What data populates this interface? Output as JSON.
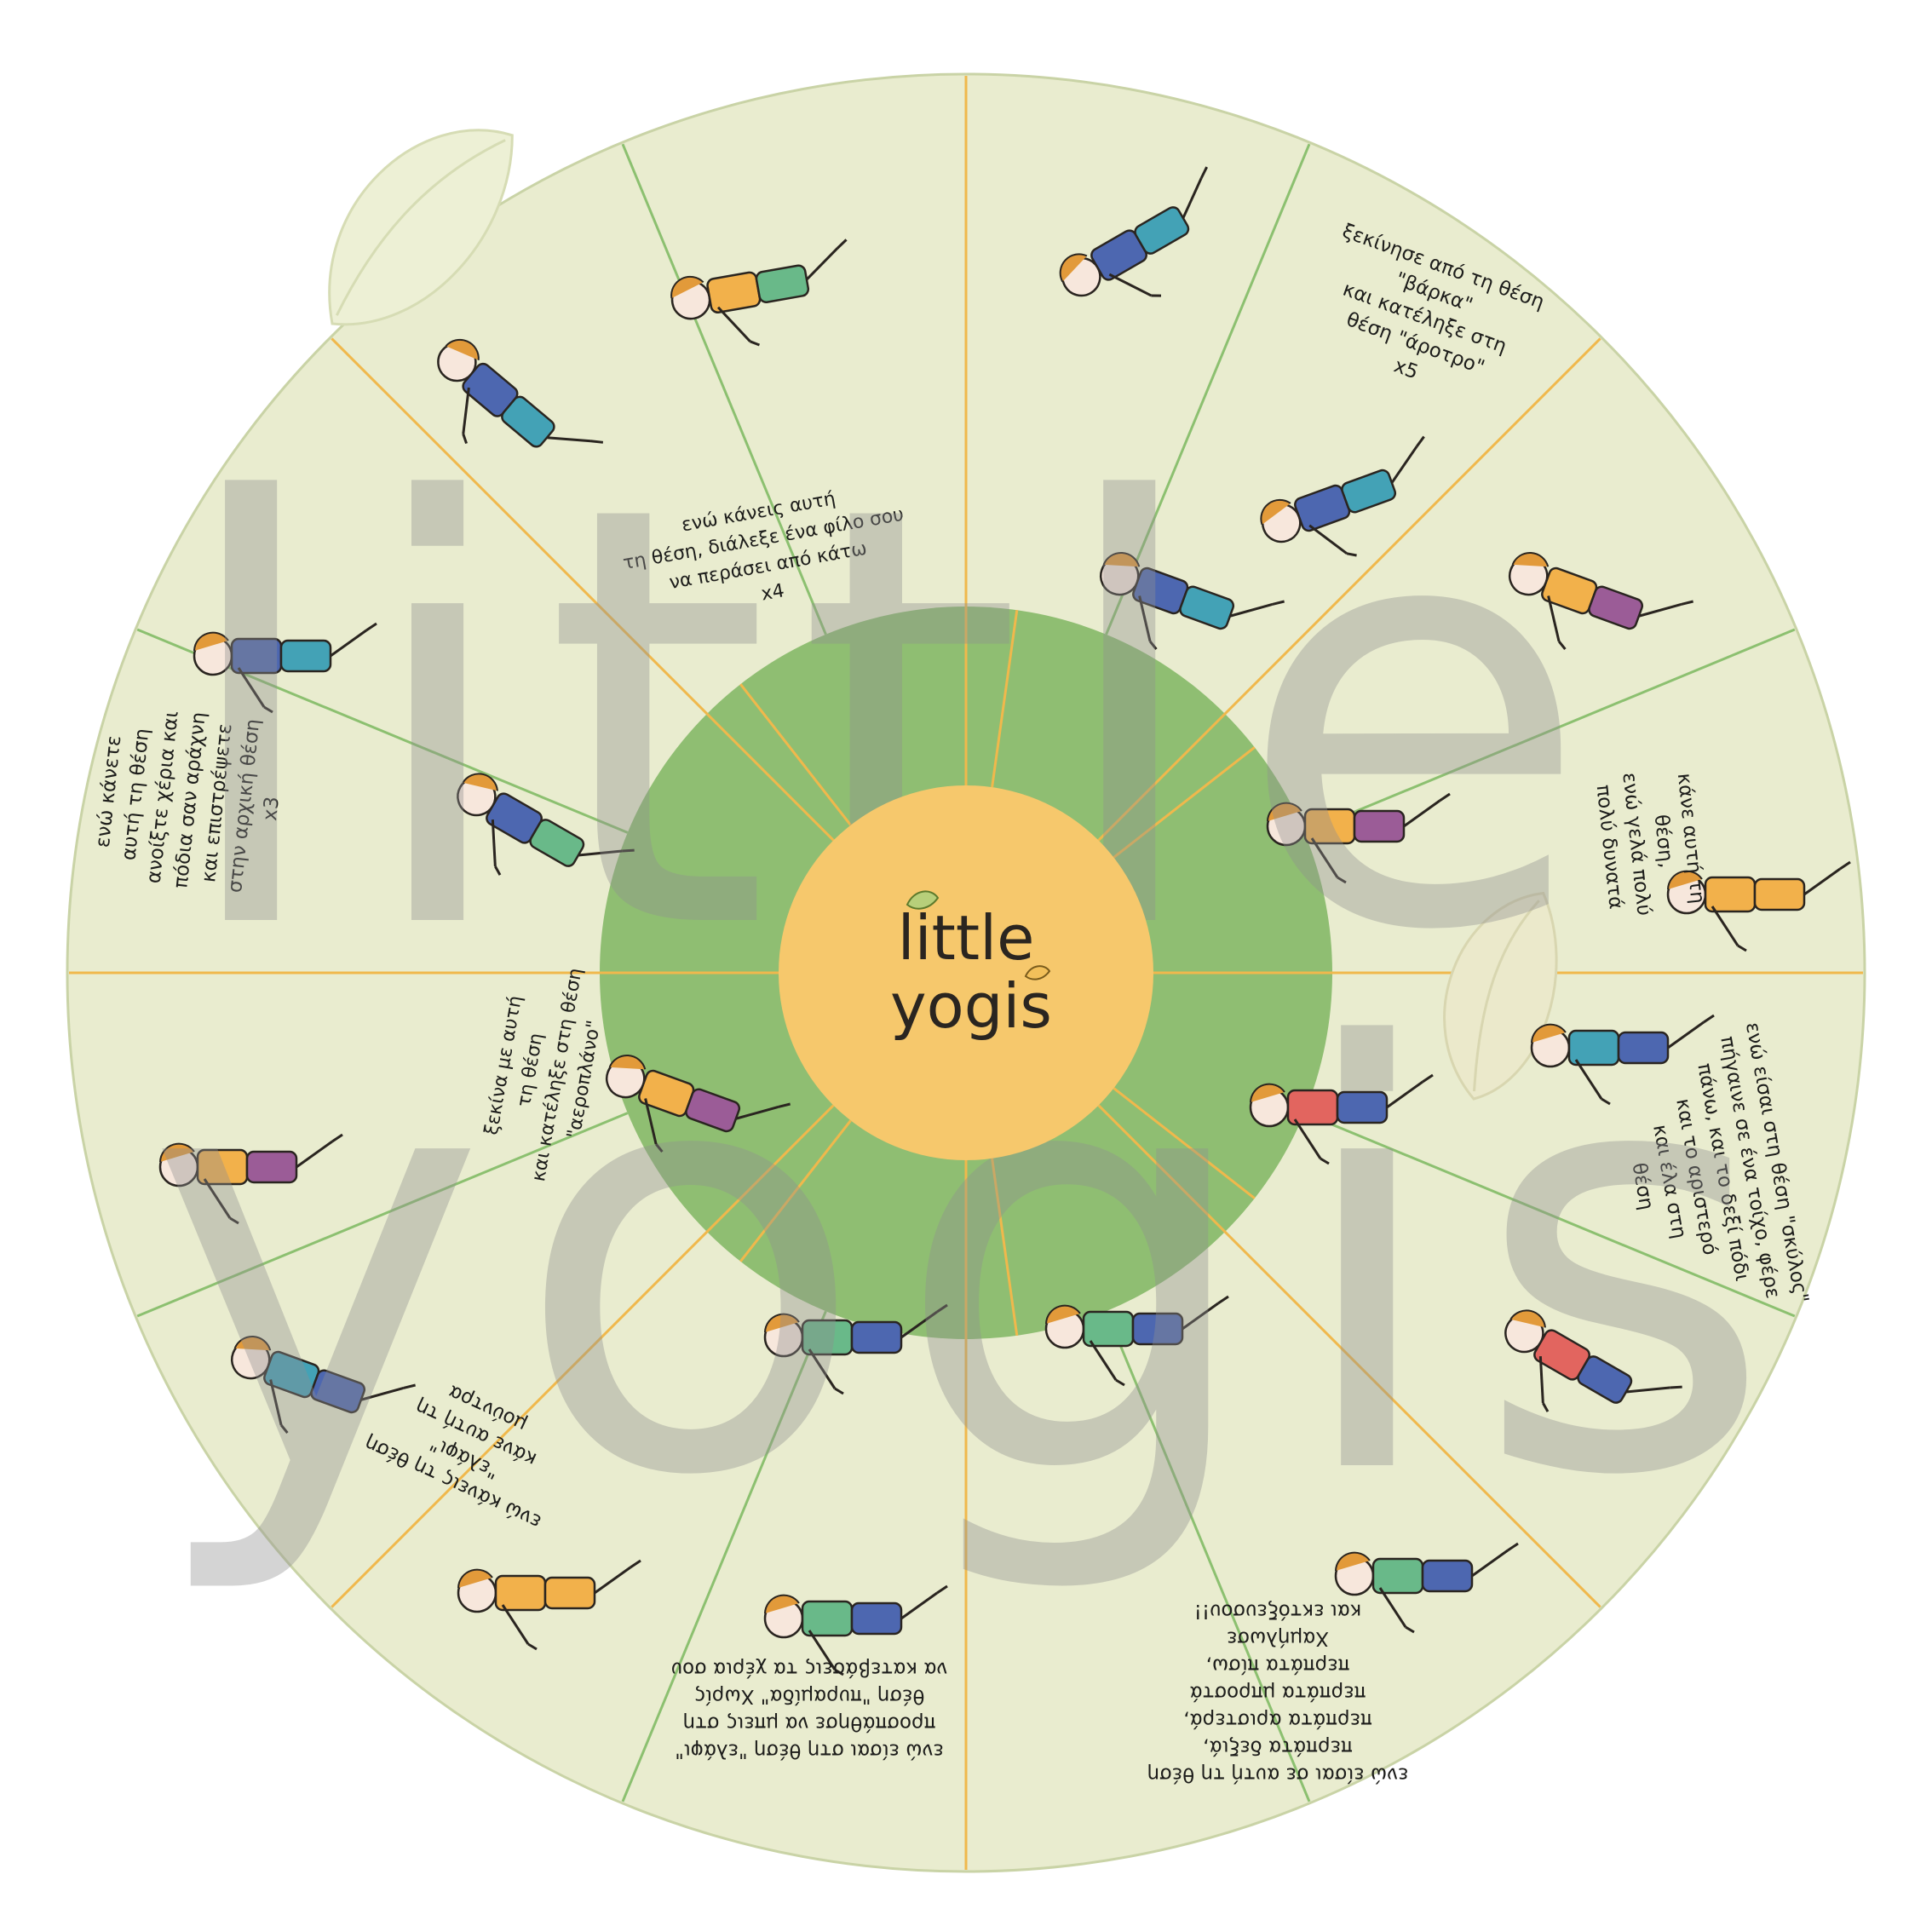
{
  "logo": {
    "line1": "little",
    "line2": "yogis"
  },
  "watermark": {
    "line1": "little",
    "line2": "yogis"
  },
  "colors": {
    "outer_ring": "#e9eccf",
    "outer_ring_stroke": "#c9d3a6",
    "inner_disk": "#8fbe72",
    "center": "#f6c86c",
    "divider_orange": "#f0b84c",
    "divider_green": "#8cc070",
    "figure_blue": "#4d67b0",
    "figure_teal": "#43a2b6",
    "figure_purple": "#9b5c97",
    "figure_yellow": "#f2b14b",
    "figure_red": "#e2655f",
    "figure_green": "#69b989"
  },
  "outer_texts": [
    {
      "lines": [
        "ξεκίνησε από τη θέση",
        "\"βάρκα\"",
        "και κατέληξε στη",
        "θέση \"άροτρο\"",
        "x5"
      ]
    },
    {
      "lines": [
        "κάνε αυτή τη",
        "θέση,",
        "ενώ γελά πολύ",
        "πολύ δυνατά"
      ]
    },
    {
      "lines": [
        "ενώ είσαι στη θέση \"σκύλος\"",
        "πήγαινε σε ένα τοίχο, φέρε",
        "πάνω, και το δεξί πόδι",
        "και το αριστερό",
        "και έλα στη",
        "θέση"
      ]
    },
    {
      "lines": [
        "ενώ είσαι σε αυτή τη θέση",
        "περπάτα δεξιά,",
        "περπάτα αριστερά,",
        "περπάτα μπροστά",
        "περπάτα πίσω,",
        "Χαμήλωσε",
        "και εκτόξευσου!!"
      ]
    },
    {
      "lines": [
        "ενώ είσαι στη θέση \"ελάφι\"",
        "προσπάθησε να μπεις στη",
        "θέση \"πυραμίδα\" Χωρίς",
        "να κατεβάσεις τα χέρια σου"
      ]
    },
    {
      "lines": [
        "ενώ κάνεις τη θέση",
        "\"ελάφι\"",
        "κάνε αυτή τη",
        "μούντρα"
      ]
    },
    {
      "lines": [
        "ενώ κάνετε",
        "αυτή τη θέση",
        "ανοίξτε χέρια και",
        "πόδια σαν αράχνη",
        "και επιστρέψετε",
        "στην αρχική θέση",
        "x3"
      ]
    }
  ],
  "inner_texts": [
    {
      "lines": [
        "ενώ κάνεις αυτή",
        "τη θέση, διάλεξε ένα φίλο σου",
        "να περάσει από κάτω",
        "x4"
      ]
    },
    {
      "lines": [
        "ξεκίνα με αυτή",
        "τη θέση",
        "και κατέληξε στη θέση",
        "\"αεροπλάνο\""
      ]
    }
  ],
  "figures": [
    {
      "name": "figure-bridge-pose",
      "top": "figure_yellow",
      "bottom": "figure_green"
    },
    {
      "name": "figure-boat-pose-outer",
      "top": "figure_blue",
      "bottom": "figure_teal"
    },
    {
      "name": "figure-plow-pose",
      "top": "figure_blue",
      "bottom": "figure_teal"
    },
    {
      "name": "figure-purple-stretch-outer",
      "top": "figure_yellow",
      "bottom": "figure_purple"
    },
    {
      "name": "figure-face-laughing",
      "top": "figure_yellow",
      "bottom": "figure_yellow"
    },
    {
      "name": "figure-wall-pose-small",
      "top": "figure_teal",
      "bottom": "figure_blue"
    },
    {
      "name": "figure-forward-fold-outer",
      "top": "figure_red",
      "bottom": "figure_blue"
    },
    {
      "name": "figure-headstand-outer",
      "top": "figure_green",
      "bottom": "figure_blue"
    },
    {
      "name": "figure-headstand-small",
      "top": "figure_green",
      "bottom": "figure_blue"
    },
    {
      "name": "figure-hands-mudra",
      "top": "figure_yellow",
      "bottom": "figure_yellow"
    },
    {
      "name": "figure-tree-balance",
      "top": "figure_teal",
      "bottom": "figure_blue"
    },
    {
      "name": "figure-shoulder-stand",
      "top": "figure_yellow",
      "bottom": "figure_purple"
    },
    {
      "name": "figure-spider-plank",
      "top": "figure_blue",
      "bottom": "figure_teal"
    },
    {
      "name": "figure-shoulder-roll",
      "top": "figure_blue",
      "bottom": "figure_teal"
    },
    {
      "name": "figure-boat-pose-inner",
      "top": "figure_blue",
      "bottom": "figure_teal"
    },
    {
      "name": "figure-purple-stretch-inner",
      "top": "figure_yellow",
      "bottom": "figure_purple"
    },
    {
      "name": "figure-forward-fold-inner",
      "top": "figure_red",
      "bottom": "figure_blue"
    },
    {
      "name": "figure-headstand-inner",
      "top": "figure_green",
      "bottom": "figure_blue"
    },
    {
      "name": "figure-cartwheel",
      "top": "figure_green",
      "bottom": "figure_blue"
    },
    {
      "name": "figure-airplane",
      "top": "figure_yellow",
      "bottom": "figure_purple"
    },
    {
      "name": "figure-plank-inner",
      "top": "figure_blue",
      "bottom": "figure_green"
    }
  ]
}
